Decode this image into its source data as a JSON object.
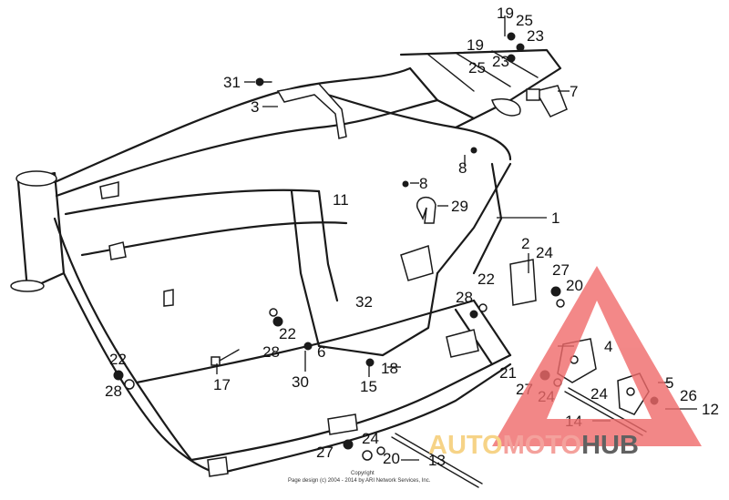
{
  "diagram": {
    "callouts": [
      {
        "id": "c19a",
        "text": "19"
      },
      {
        "id": "c25a",
        "text": "25"
      },
      {
        "id": "c23a",
        "text": "23"
      },
      {
        "id": "c19b",
        "text": "19"
      },
      {
        "id": "c23b",
        "text": "23"
      },
      {
        "id": "c25b",
        "text": "25"
      },
      {
        "id": "c7",
        "text": "7"
      },
      {
        "id": "c31",
        "text": "31"
      },
      {
        "id": "c3",
        "text": "3"
      },
      {
        "id": "c8a",
        "text": "8"
      },
      {
        "id": "c8b",
        "text": "8"
      },
      {
        "id": "c11",
        "text": "11"
      },
      {
        "id": "c29",
        "text": "29"
      },
      {
        "id": "c1",
        "text": "1"
      },
      {
        "id": "c2",
        "text": "2"
      },
      {
        "id": "c24a",
        "text": "24"
      },
      {
        "id": "c27a",
        "text": "27"
      },
      {
        "id": "c20a",
        "text": "20"
      },
      {
        "id": "c22a",
        "text": "22"
      },
      {
        "id": "c28a",
        "text": "28"
      },
      {
        "id": "c32",
        "text": "32"
      },
      {
        "id": "c22b",
        "text": "22"
      },
      {
        "id": "c28b",
        "text": "28"
      },
      {
        "id": "c6",
        "text": "6"
      },
      {
        "id": "c4",
        "text": "4"
      },
      {
        "id": "c22c",
        "text": "22"
      },
      {
        "id": "c28c",
        "text": "28"
      },
      {
        "id": "c17",
        "text": "17"
      },
      {
        "id": "c30",
        "text": "30"
      },
      {
        "id": "c18",
        "text": "18"
      },
      {
        "id": "c15",
        "text": "15"
      },
      {
        "id": "c21",
        "text": "21"
      },
      {
        "id": "c27b",
        "text": "27"
      },
      {
        "id": "c24b",
        "text": "24"
      },
      {
        "id": "c24c",
        "text": "24"
      },
      {
        "id": "c5",
        "text": "5"
      },
      {
        "id": "c26",
        "text": "26"
      },
      {
        "id": "c12",
        "text": "12"
      },
      {
        "id": "c14",
        "text": "14"
      },
      {
        "id": "c27c",
        "text": "27"
      },
      {
        "id": "c24d",
        "text": "24"
      },
      {
        "id": "c20b",
        "text": "20"
      },
      {
        "id": "c13",
        "text": "13"
      }
    ],
    "copyright_line1": "Copyright",
    "copyright_line2": "Page design (c) 2004 - 2014 by ARI Network Services, Inc.",
    "watermark": {
      "word1": "AUTO",
      "word2": "MOTO",
      "word3": "HUB",
      "color_auto": "#f5c96a",
      "color_moto": "#f28a84",
      "color_hub": "#3a3a3a",
      "triangle_color": "#f06a6a"
    }
  }
}
